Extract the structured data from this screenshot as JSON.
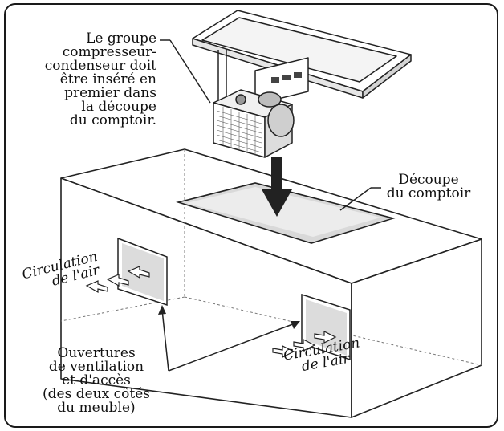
{
  "labels": {
    "compressor": [
      "Le groupe",
      "compresseur-",
      "condenseur doit",
      "être inséré en",
      "premier dans",
      "la découpe",
      "du comptoir."
    ],
    "cutout": [
      "Découpe",
      "du comptoir"
    ],
    "air_left": [
      "Circulation",
      "de l'air"
    ],
    "air_right": [
      "Circulation",
      "de l'air"
    ],
    "vents": [
      "Ouvertures",
      "de ventilation",
      "et d'accès",
      "(des deux côtés",
      "du meuble)"
    ]
  }
}
